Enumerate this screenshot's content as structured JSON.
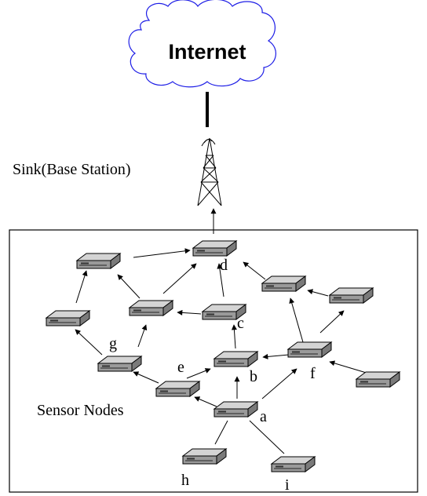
{
  "cloud_label": "Internet",
  "sink_label": "Sink(Base Station)",
  "sensor_area_label": "Sensor Nodes",
  "node_labels": {
    "a": "a",
    "b": "b",
    "c": "c",
    "d": "d",
    "e": "e",
    "f": "f",
    "g": "g",
    "h": "h",
    "i": "i"
  },
  "colors": {
    "cloud_stroke": "#1e1ee6",
    "node_fill": "#9a9a9a",
    "line": "#000000"
  }
}
